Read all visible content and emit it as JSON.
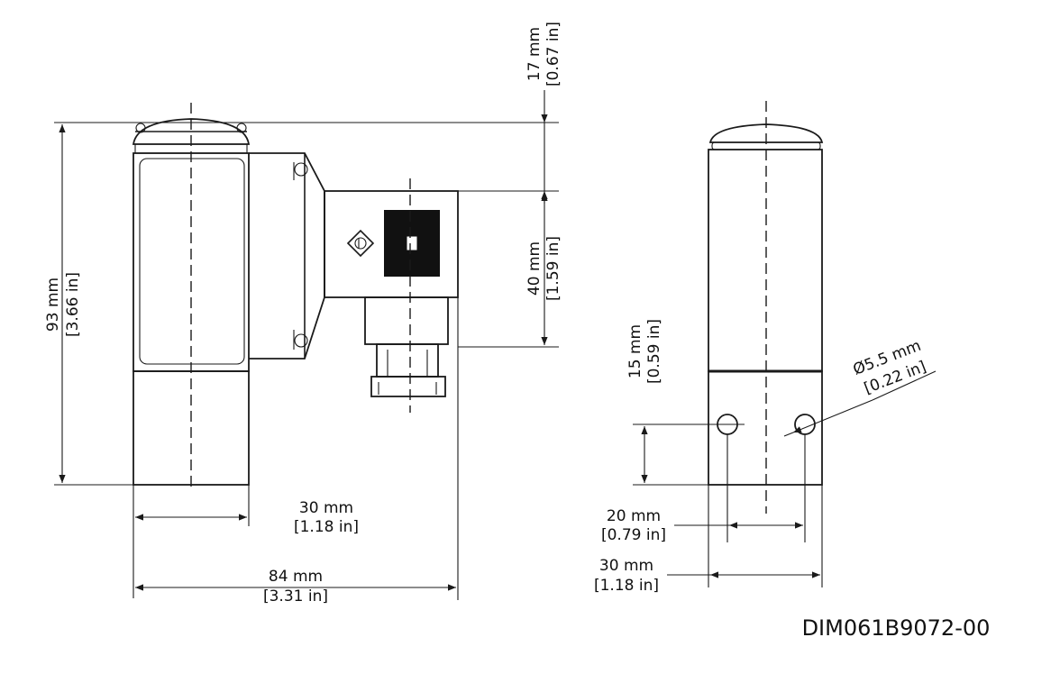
{
  "drawing_code": "DIM061B9072-00",
  "dimensions": {
    "height_total": {
      "mm": "93 mm",
      "in": "[3.66 in]"
    },
    "top_cap": {
      "mm": "17 mm",
      "in": "[0.67 in]"
    },
    "connector": {
      "mm": "40 mm",
      "in": "[1.59 in]"
    },
    "width_body": {
      "mm": "30 mm",
      "in": "[1.18 in]"
    },
    "width_total": {
      "mm": "84 mm",
      "in": "[3.31 in]"
    },
    "hole_height": {
      "mm": "15 mm",
      "in": "[0.59 in]"
    },
    "hole_dia": {
      "mm": "Ø5.5 mm",
      "in": "[0.22 in]"
    },
    "hole_spacing": {
      "mm": "20 mm",
      "in": "[0.79 in]"
    },
    "side_width": {
      "mm": "30 mm",
      "in": "[1.18 in]"
    }
  },
  "colors": {
    "line": "#1a1a1a",
    "background": "#ffffff"
  },
  "icons": [
    "coil-symbol-icon",
    "arrow-marker"
  ]
}
